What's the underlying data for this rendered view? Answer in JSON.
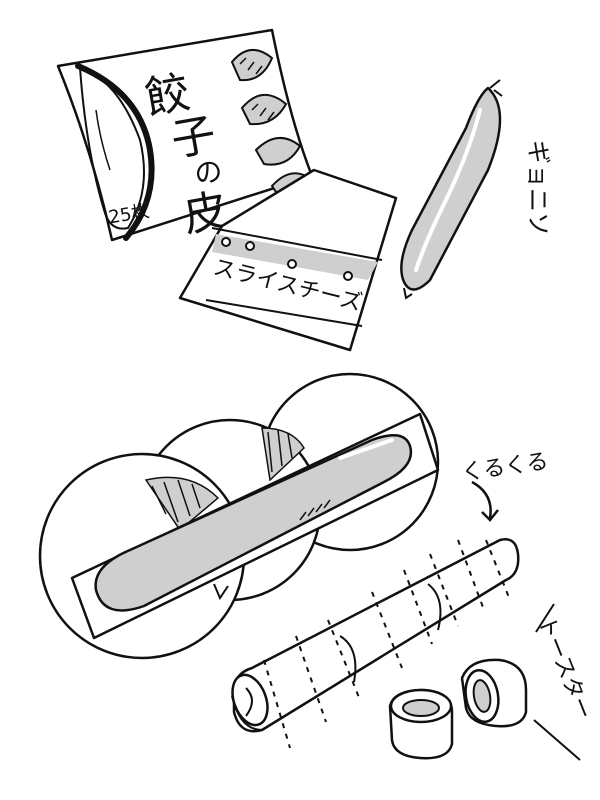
{
  "package": {
    "title_chars": [
      "餃",
      "子",
      "の",
      "皮"
    ],
    "count": "25枚"
  },
  "cheese": {
    "label": "スライスチーズ"
  },
  "sausage": {
    "label": "ギョニソ"
  },
  "rolling": {
    "label": "くるくる"
  },
  "toaster": {
    "label": "トースター"
  },
  "colors": {
    "ink": "#111111",
    "shade": "#c8c8c8",
    "paper": "#ffffff"
  }
}
